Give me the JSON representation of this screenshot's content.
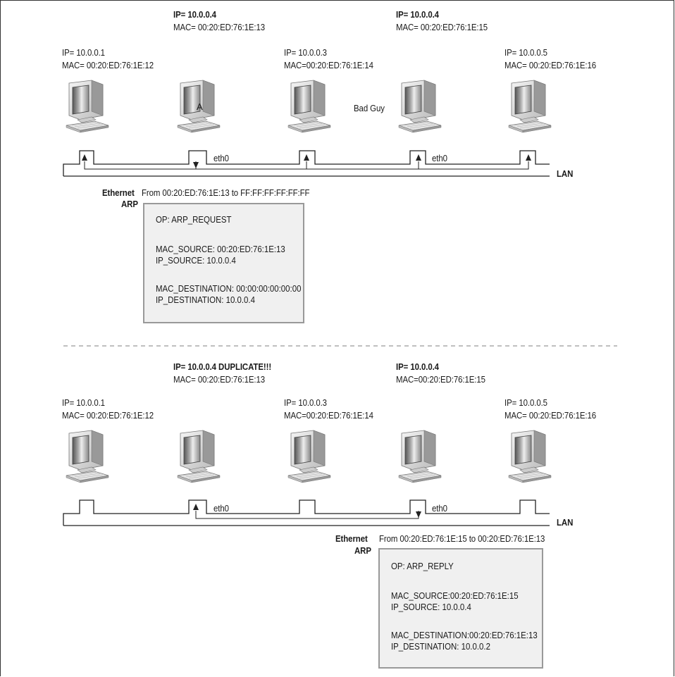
{
  "top": {
    "hosts": [
      {
        "ip": "IP= 10.0.0.1",
        "mac": "MAC= 00:20:ED:76:1E:12",
        "ip_bold": false
      },
      {
        "ip": "IP= 10.0.0.4",
        "mac": "MAC= 00:20:ED:76:1E:13",
        "ip_bold": true,
        "screen_letter": "A"
      },
      {
        "ip": "IP= 10.0.0.3",
        "mac": "MAC=00:20:ED:76:1E:14",
        "ip_bold": false
      },
      {
        "ip": "IP= 10.0.0.4",
        "mac": "MAC= 00:20:ED:76:1E:15",
        "ip_bold": true,
        "side_label": "Bad Guy"
      },
      {
        "ip": "IP= 10.0.0.5",
        "mac": "MAC= 00:20:ED:76:1E:16",
        "ip_bold": false
      }
    ],
    "eth_labels": [
      "eth0",
      "eth0"
    ],
    "lan_label": "LAN",
    "packet": {
      "ethernet_label": "Ethernet",
      "arp_label": "ARP",
      "header": "From 00:20:ED:76:1E:13 to FF:FF:FF:FF:FF:FF",
      "op": "OP: ARP_REQUEST",
      "mac_source": "MAC_SOURCE: 00:20:ED:76:1E:13",
      "ip_source": "IP_SOURCE:    10.0.0.4",
      "mac_destination": "MAC_DESTINATION: 00:00:00:00:00:00",
      "ip_destination": "IP_DESTINATION:    10.0.0.4"
    }
  },
  "bottom": {
    "hosts": [
      {
        "ip": "IP= 10.0.0.1",
        "mac": "MAC= 00:20:ED:76:1E:12",
        "ip_bold": false
      },
      {
        "ip": "IP= 10.0.0.4 DUPLICATE!!!",
        "mac": "MAC= 00:20:ED:76:1E:13",
        "ip_bold": true
      },
      {
        "ip": "IP= 10.0.0.3",
        "mac": "MAC=00:20:ED:76:1E:14",
        "ip_bold": false
      },
      {
        "ip": "IP= 10.0.0.4",
        "mac": "MAC=00:20:ED:76:1E:15",
        "ip_bold": true
      },
      {
        "ip": "IP= 10.0.0.5",
        "mac": "MAC= 00:20:ED:76:1E:16",
        "ip_bold": false
      }
    ],
    "eth_labels": [
      "eth0",
      "eth0"
    ],
    "lan_label": "LAN",
    "packet": {
      "ethernet_label": "Ethernet",
      "arp_label": "ARP",
      "header": "From 00:20:ED:76:1E:15 to 00:20:ED:76:1E:13",
      "op": "OP: ARP_REPLY",
      "mac_source": "MAC_SOURCE:00:20:ED:76:1E:15",
      "ip_source": "IP_SOURCE:    10.0.0.4",
      "mac_destination": "MAC_DESTINATION:00:20:ED:76:1E:13",
      "ip_destination": "IP_DESTINATION:    10.0.0.2"
    }
  },
  "colors": {
    "packet_fill": "#f0f0f0",
    "packet_border": "#999999",
    "separator": "#aaaaaa",
    "wire": "#222222"
  }
}
